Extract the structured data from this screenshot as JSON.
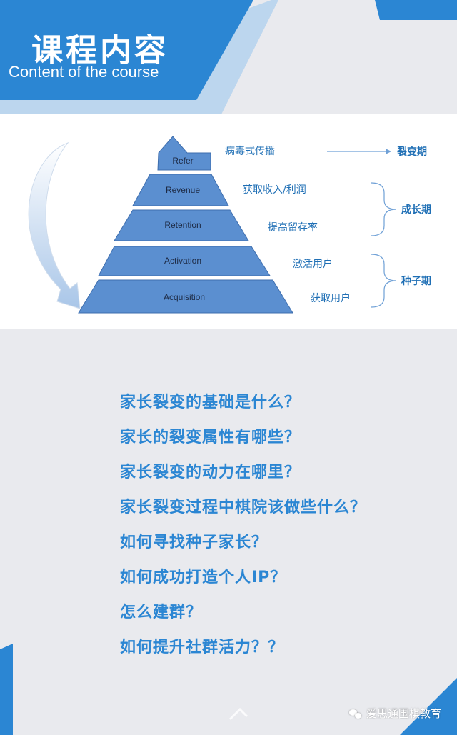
{
  "header": {
    "title": "课程内容",
    "subtitle": "Content of the course"
  },
  "diagram": {
    "layers": [
      "Refer",
      "Revenue",
      "Retention",
      "Activation",
      "Acquisition"
    ],
    "descriptions": [
      "病毒式传播",
      "获取收入/利润",
      "提高留存率",
      "激活用户",
      "获取用户"
    ],
    "stages": {
      "fission": "裂变期",
      "growth": "成长期",
      "seed": "种子期"
    }
  },
  "questions": [
    "家长裂变的基础是什么？",
    "家长的裂变属性有哪些？",
    "家长裂变的动力在哪里？",
    "家长裂变过程中棋院该做些什么？",
    "如何寻找种子家长？",
    "如何成功打造个人IP？",
    "怎么建群？",
    "如何提升社群活力？？"
  ],
  "footer": {
    "brand": "爱思通围棋教育"
  },
  "colors": {
    "header_blue": "#2b86d3",
    "pyramid_blue": "#5b8fd0",
    "text_blue": "#1f6fb5",
    "background": "#e9eaee"
  }
}
